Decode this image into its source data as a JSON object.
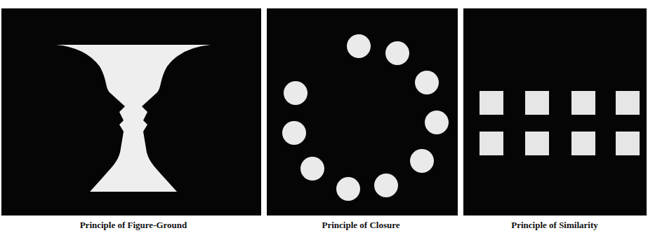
{
  "diagram": {
    "labels": [
      "Principle of Figure-Ground",
      "Principle of Closure",
      "Principle of Similarity"
    ]
  }
}
